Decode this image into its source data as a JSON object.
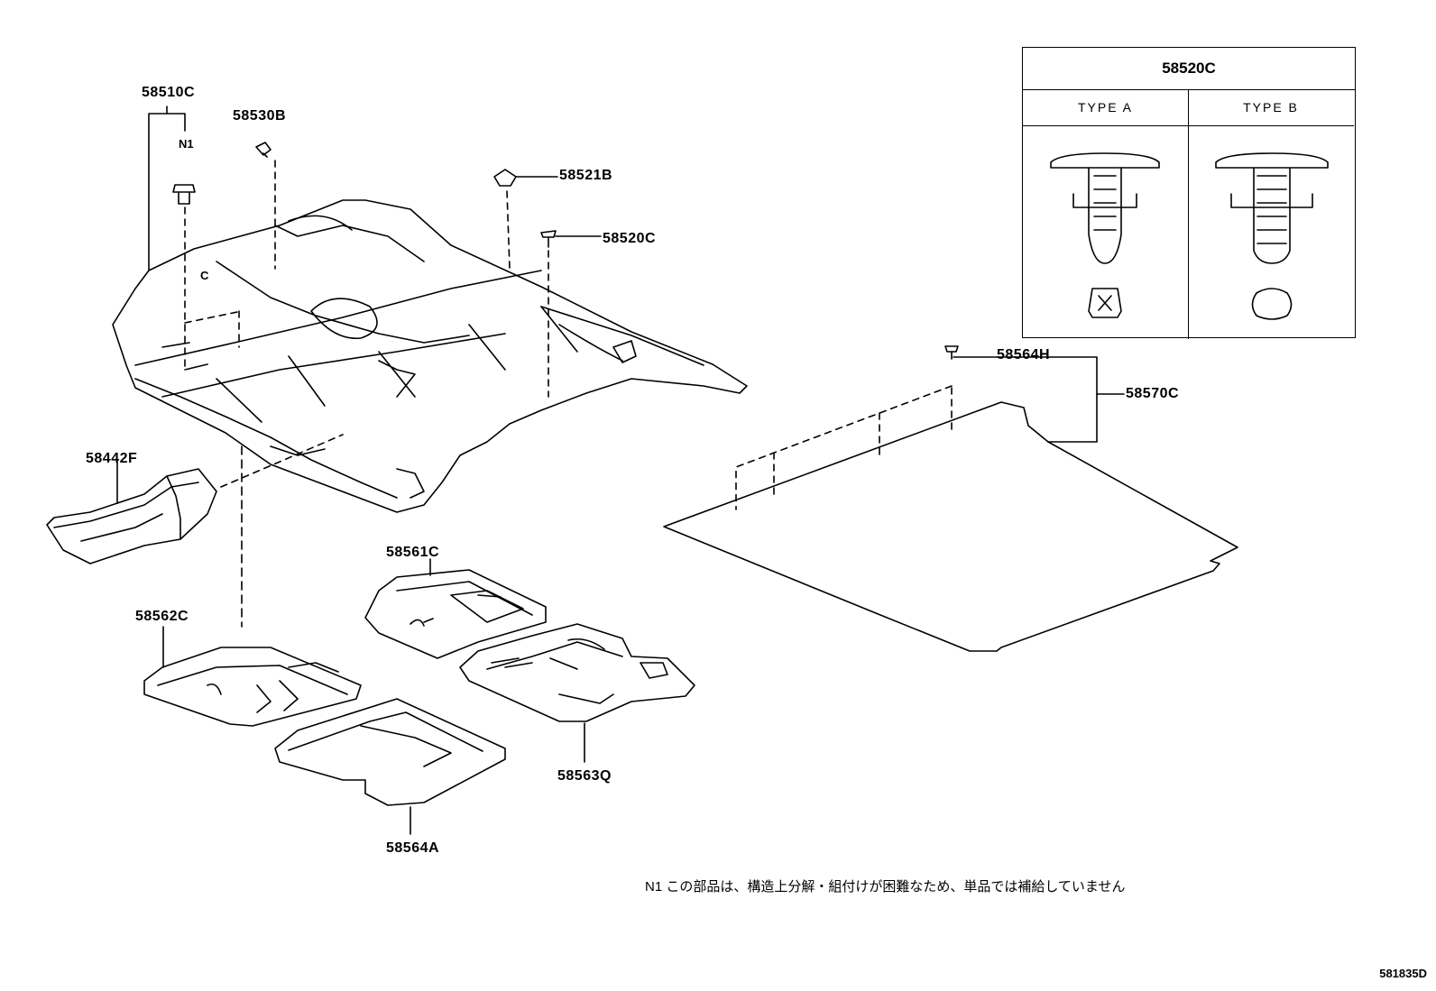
{
  "labels": {
    "p58510C": "58510C",
    "n1": "N1",
    "c": "C",
    "p58530B": "58530B",
    "p58521B": "58521B",
    "p58520C": "58520C",
    "p58442F": "58442F",
    "p58561C": "58561C",
    "p58562C": "58562C",
    "p58563Q": "58563Q",
    "p58564A": "58564A",
    "p58564H": "58564H",
    "p58570C": "58570C"
  },
  "inset": {
    "title": "58520C",
    "type_a": "TYPE  A",
    "type_b": "TYPE  B"
  },
  "footnote": "N1  この部品は、構造上分解・組付けが困難なため、単品では補給していません",
  "diagram_code": "581835D"
}
